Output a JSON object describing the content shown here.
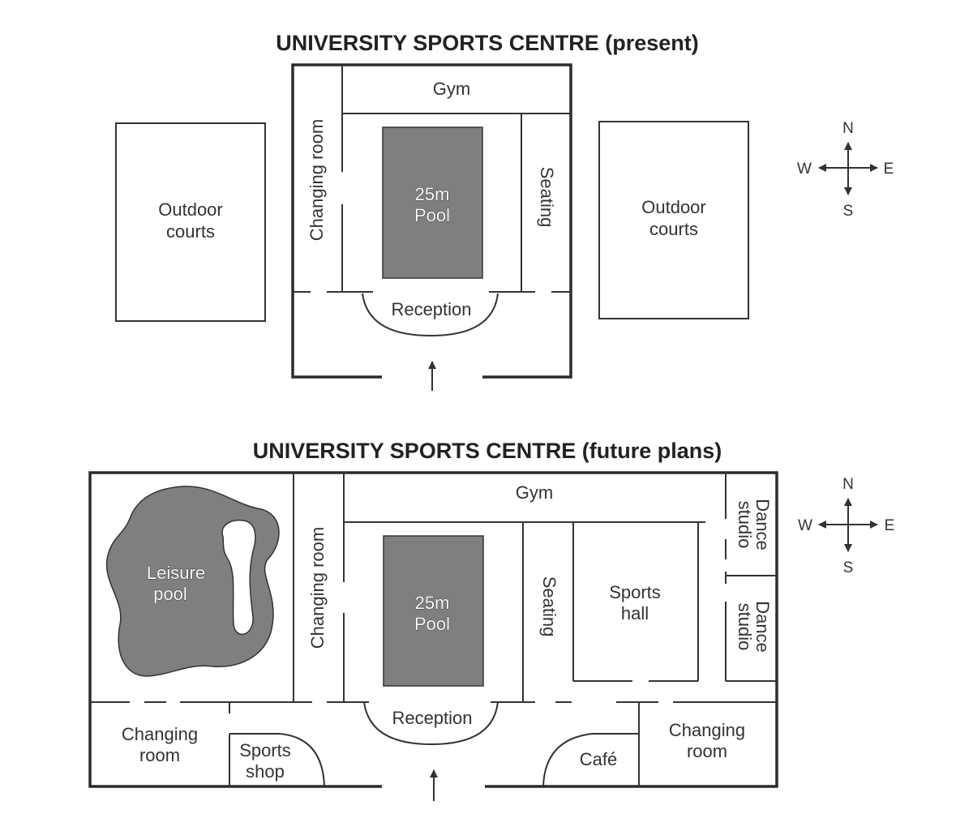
{
  "present": {
    "title": "UNIVERSITY SPORTS CENTRE (present)",
    "gym": "Gym",
    "changing_room": "Changing room",
    "pool_line1": "25m",
    "pool_line2": "Pool",
    "seating": "Seating",
    "reception": "Reception",
    "outdoor_courts_line1": "Outdoor",
    "outdoor_courts_line2": "courts"
  },
  "future": {
    "title": "UNIVERSITY SPORTS CENTRE (future plans)",
    "gym": "Gym",
    "changing_room_west": "Changing room",
    "pool_line1": "25m",
    "pool_line2": "Pool",
    "seating": "Seating",
    "sports_hall_line1": "Sports",
    "sports_hall_line2": "hall",
    "dance_studio_line1": "Dance",
    "dance_studio_line2": "studio",
    "leisure_pool_line1": "Leisure",
    "leisure_pool_line2": "pool",
    "reception": "Reception",
    "changing_room_sw_line1": "Changing",
    "changing_room_sw_line2": "room",
    "sports_shop_line1": "Sports",
    "sports_shop_line2": "shop",
    "cafe": "Café",
    "changing_room_se_line1": "Changing",
    "changing_room_se_line2": "room"
  },
  "compass": {
    "north": "N",
    "south": "S",
    "west": "W",
    "east": "E"
  }
}
